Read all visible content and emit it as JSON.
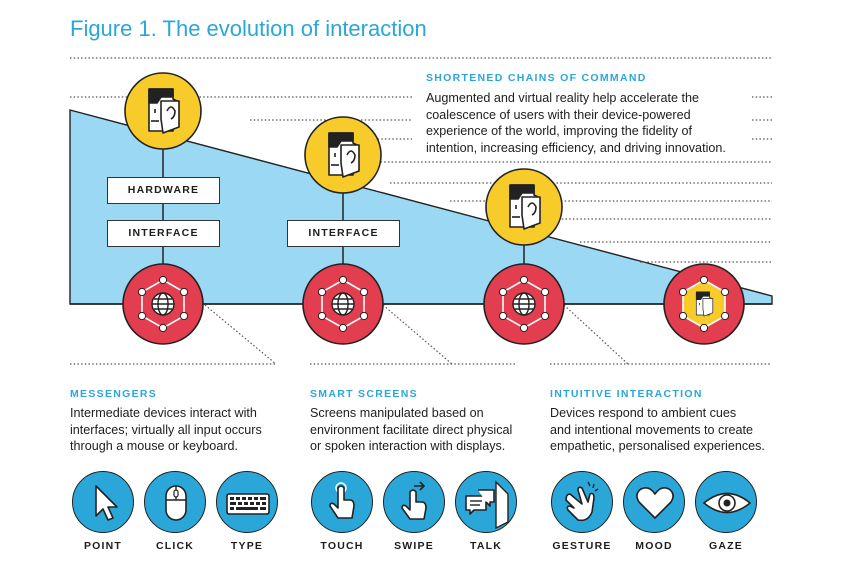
{
  "figure_title": "Figure 1. The evolution of interaction",
  "callout": {
    "heading": "SHORTENED CHAINS OF COMMAND",
    "lines": [
      "Augmented and virtual reality help accelerate the",
      "coalescence of users with their device-powered",
      "experience of the world, improving the fidelity of",
      "intention, increasing efficiency, and driving innovation."
    ]
  },
  "stages": [
    {
      "heading": "MESSENGERS",
      "lines": [
        "Intermediate devices interact with",
        "interfaces; virtually all input occurs",
        "through a mouse or keyboard."
      ],
      "boxes": [
        "HARDWARE",
        "INTERFACE"
      ],
      "icons": [
        {
          "label": "POINT",
          "icon": "cursor-icon"
        },
        {
          "label": "CLICK",
          "icon": "mouse-icon"
        },
        {
          "label": "TYPE",
          "icon": "keyboard-icon"
        }
      ]
    },
    {
      "heading": "SMART SCREENS",
      "lines": [
        "Screens manipulated based on",
        "environment facilitate direct physical",
        "or spoken interaction with displays."
      ],
      "boxes": [
        "INTERFACE"
      ],
      "icons": [
        {
          "label": "TOUCH",
          "icon": "touch-hand-icon"
        },
        {
          "label": "SWIPE",
          "icon": "swipe-hand-icon"
        },
        {
          "label": "TALK",
          "icon": "speech-bubbles-icon"
        }
      ]
    },
    {
      "heading": "INTUITIVE INTERACTION",
      "lines": [
        "Devices respond to ambient cues",
        "and intentional movements to create",
        "empathetic, personalised experiences."
      ],
      "boxes": [],
      "icons": [
        {
          "label": "GESTURE",
          "icon": "gesture-hand-icon"
        },
        {
          "label": "MOOD",
          "icon": "heart-icon"
        },
        {
          "label": "GAZE",
          "icon": "eye-icon"
        }
      ]
    }
  ],
  "colors": {
    "accent_blue": "#2aa7d8",
    "wedge_blue": "#9ad8f3",
    "user_yellow": "#f7cb2a",
    "network_red": "#e23e4f",
    "outline": "#222222"
  }
}
